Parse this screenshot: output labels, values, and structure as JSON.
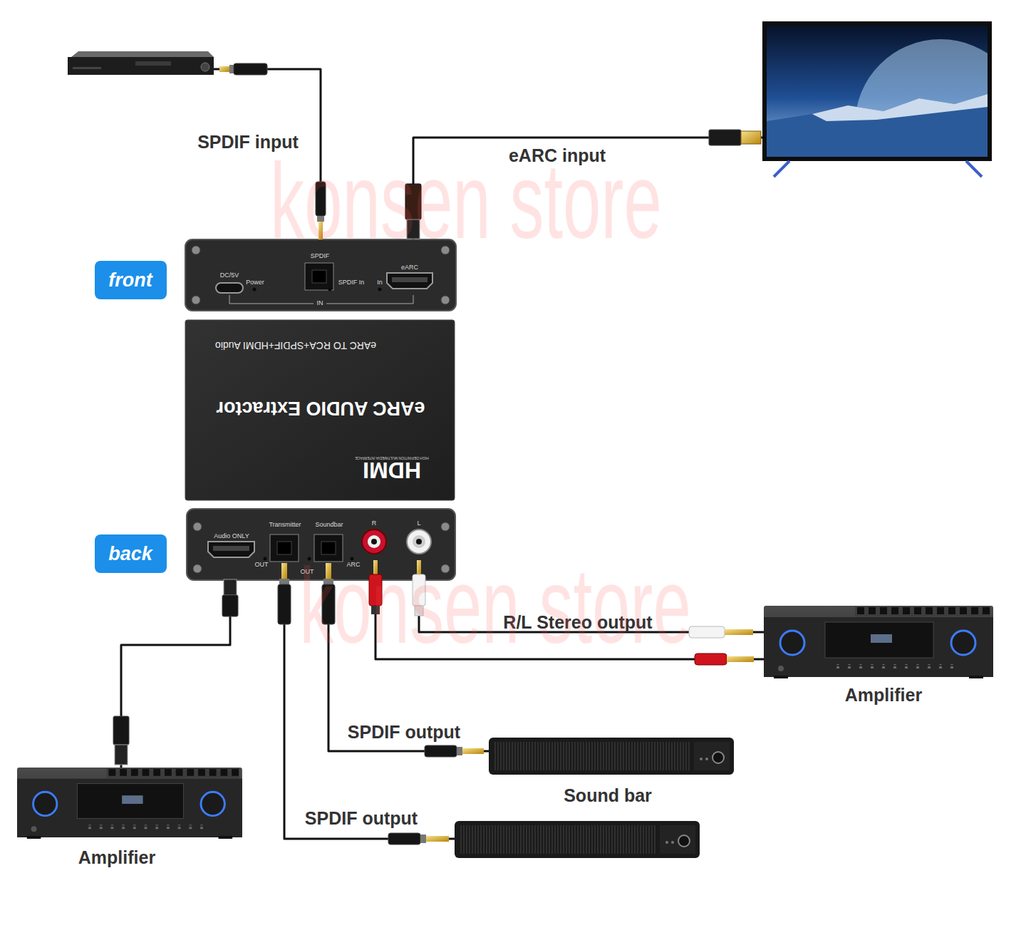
{
  "diagram": {
    "nodes": [
      {
        "text": []
      },
      {
        "text": []
      },
      {
        "text": [
          "front"
        ]
      },
      {
        "text": [
          "DC/5V",
          "Power",
          "SPDIF",
          "SPDIF In",
          "eARC",
          "In",
          "IN"
        ]
      },
      {
        "text": [
          "eARC TO RCA+SPDIF+HDMI Audio",
          "eARC AUDIO Extractor",
          "HIGH DEFINITION MULTIMEDIA INTERFACE",
          "HDMI"
        ]
      },
      {
        "text": [
          "back"
        ]
      },
      {
        "text": [
          "Audio ONLY",
          "Transmitter",
          "Soundbar",
          "R",
          "L",
          "OUT",
          "OUT",
          "ARC"
        ]
      },
      {
        "text": [
          "Amplifier"
        ]
      },
      {
        "text": [
          "Sound bar"
        ]
      },
      {
        "text": [
          "Amplifier"
        ]
      },
      {
        "text": []
      }
    ],
    "edges": [
      {
        "from": 0,
        "to": 3,
        "label": "SPDIF input",
        "arrow": "none"
      },
      {
        "from": 1,
        "to": 3,
        "label": "eARC input",
        "arrow": "none"
      },
      {
        "from": 6,
        "to": 7,
        "label": "R/L Stereo output",
        "arrow": "none"
      },
      {
        "from": 6,
        "to": 7,
        "arrow": "none"
      },
      {
        "from": 6,
        "to": 8,
        "label": "SPDIF output",
        "arrow": "none"
      },
      {
        "from": 6,
        "to": 9,
        "arrow": "none"
      },
      {
        "from": 6,
        "to": 10,
        "label": "SPDIF output",
        "arrow": "none"
      }
    ],
    "labels": [
      "konsen store",
      "konsen store"
    ]
  }
}
